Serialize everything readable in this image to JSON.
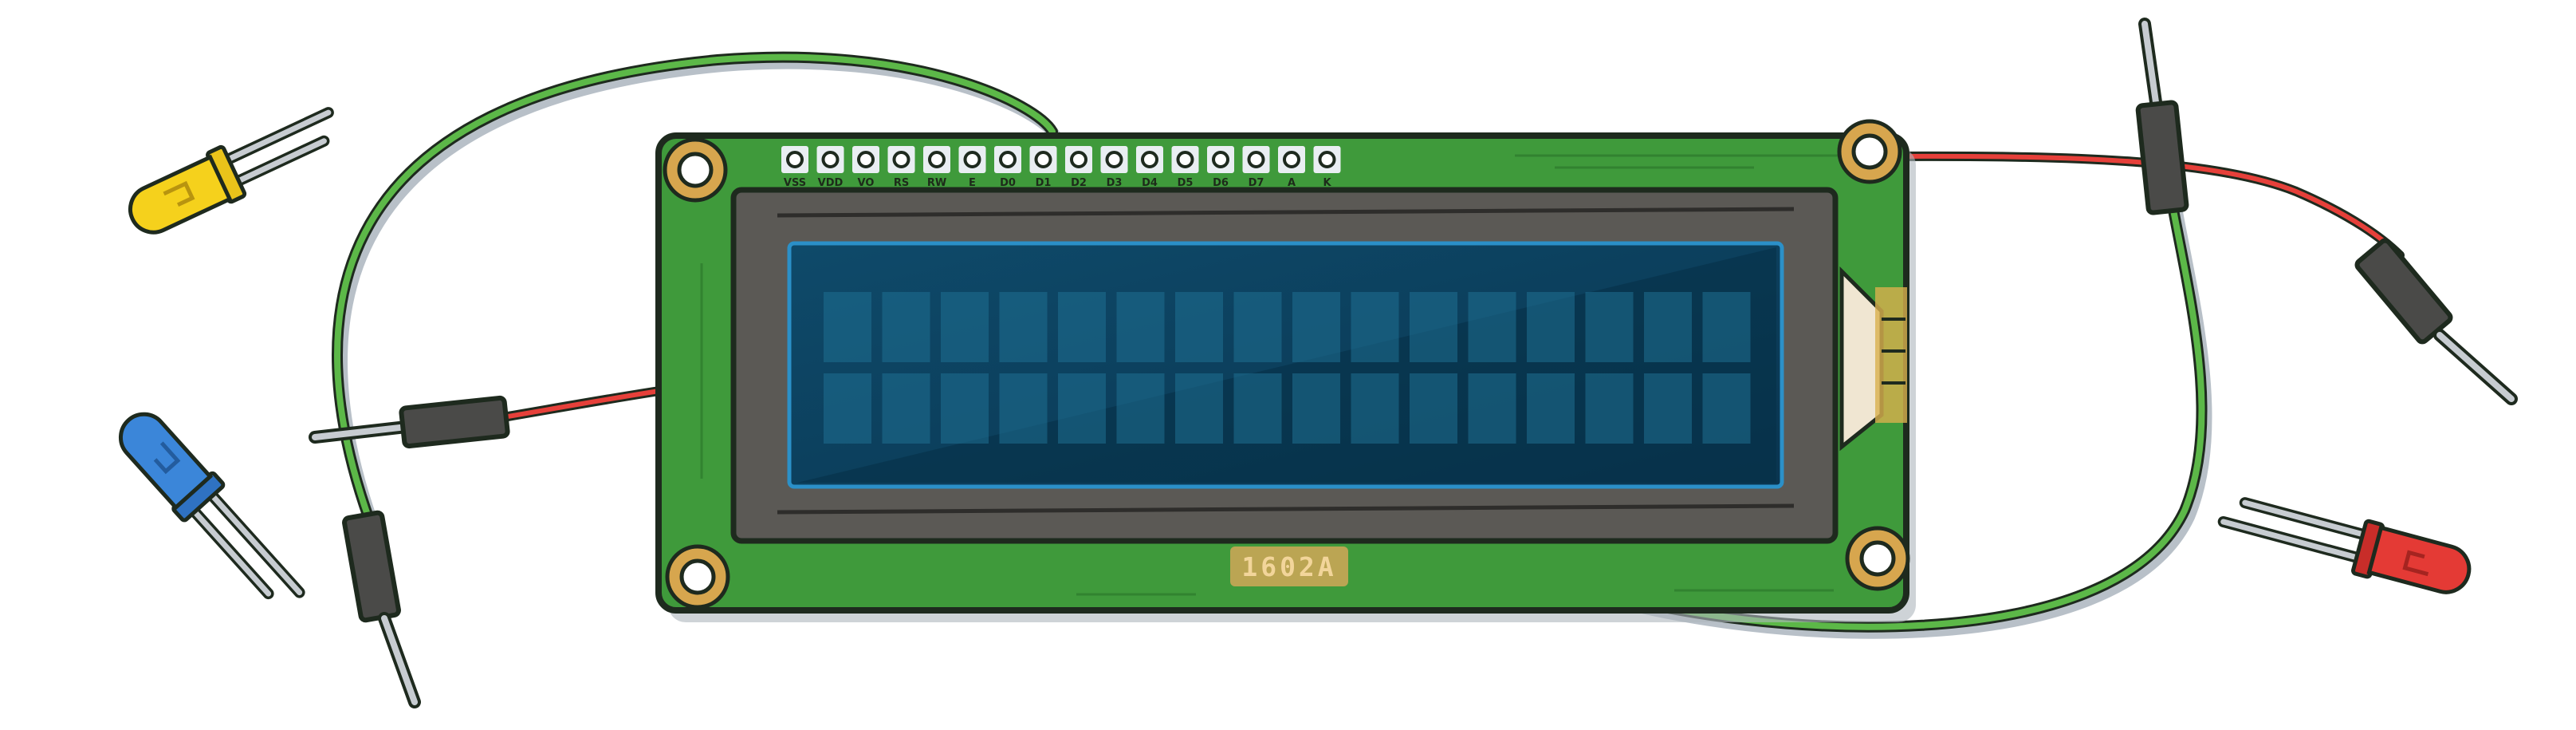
{
  "module": {
    "model": "1602A",
    "pins": [
      "VSS",
      "VDD",
      "VO",
      "RS",
      "RW",
      "E",
      "D0",
      "D1",
      "D2",
      "D3",
      "D4",
      "D5",
      "D6",
      "D7",
      "A",
      "K"
    ],
    "display": {
      "rows": 2,
      "columns": 16
    },
    "colors": {
      "pcb": "#3f9a3b",
      "bezel": "#5b5955",
      "screen": "#0d3f5e",
      "label_bg": "#c9a657"
    }
  },
  "leds": [
    {
      "color": "yellow",
      "hex": "#f5d11c"
    },
    {
      "color": "blue",
      "hex": "#3b86d9"
    },
    {
      "color": "red",
      "hex": "#e43a35"
    }
  ],
  "wires": [
    {
      "color": "green",
      "hex": "#5cb848"
    },
    {
      "color": "red",
      "hex": "#e6403a"
    }
  ]
}
